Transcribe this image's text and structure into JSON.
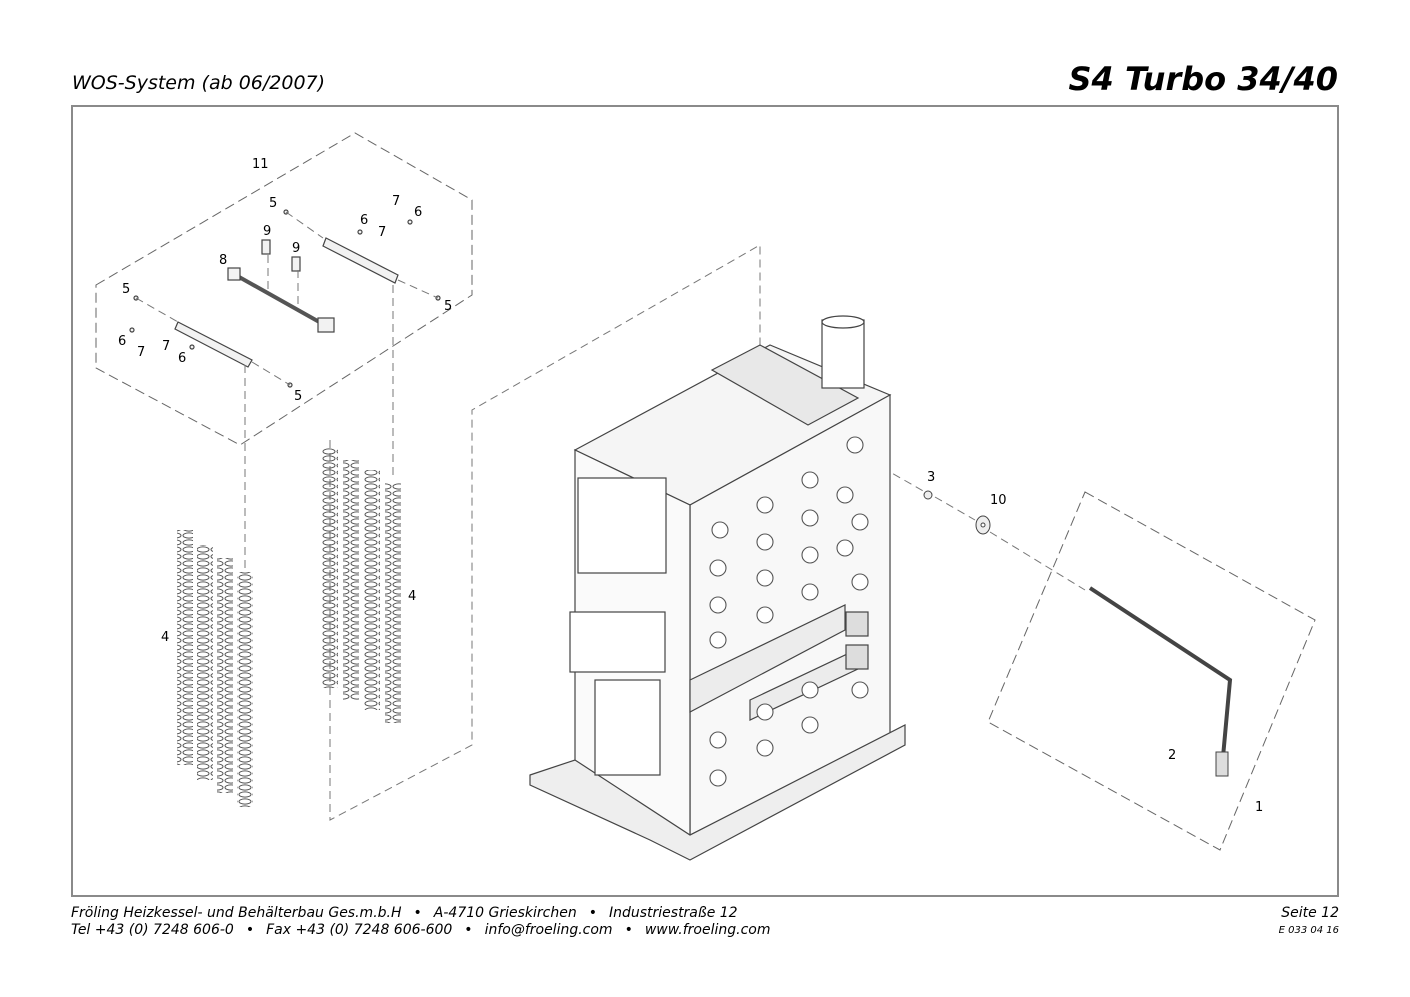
{
  "header": {
    "subtitle": "WOS-System (ab 06/2007)",
    "model": "S4 Turbo 34/40"
  },
  "callouts": [
    "11",
    "5",
    "7",
    "6",
    "6",
    "7",
    "9",
    "9",
    "8",
    "5",
    "5",
    "6",
    "7",
    "7",
    "6",
    "5",
    "4",
    "4",
    "3",
    "10",
    "2",
    "1"
  ],
  "footer": {
    "company": "Fröling Heizkessel- und Behälterbau Ges.m.b.H",
    "address": "A-4710 Grieskirchen",
    "street": "Industriestraße 12",
    "tel": "Tel +43 (0) 7248 606-0",
    "fax": "Fax +43 (0) 7248 606-600",
    "email": "info@froeling.com",
    "web": "www.froeling.com",
    "page": "Seite 12",
    "doc_number": "E 033 04 16"
  }
}
